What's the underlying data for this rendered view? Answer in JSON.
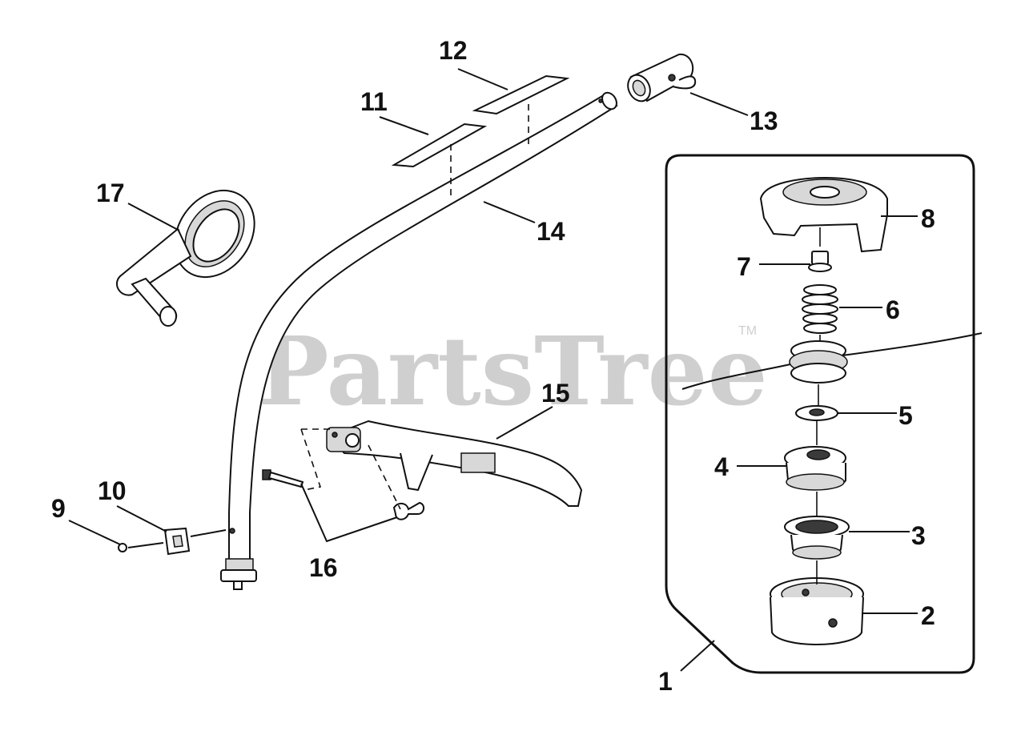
{
  "watermark": {
    "brand": "PartsTree",
    "trademark": "TM"
  },
  "callouts": {
    "c1": "1",
    "c2": "2",
    "c3": "3",
    "c4": "4",
    "c5": "5",
    "c6": "6",
    "c7": "7",
    "c8": "8",
    "c9": "9",
    "c10": "10",
    "c11": "11",
    "c12": "12",
    "c13": "13",
    "c14": "14",
    "c15": "15",
    "c16": "16",
    "c17": "17"
  }
}
